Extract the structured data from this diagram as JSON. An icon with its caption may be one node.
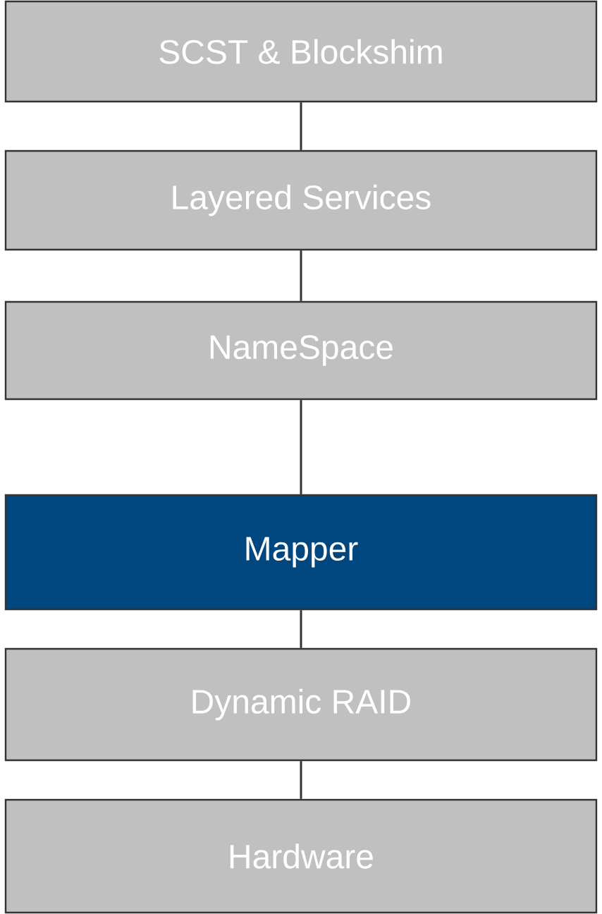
{
  "diagram": {
    "nodes": [
      {
        "text": [
          "SCST & Blockshim"
        ]
      },
      {
        "text": [
          "Layered Services"
        ]
      },
      {
        "text": [
          "NameSpace"
        ]
      },
      {
        "text": [
          "Mapper"
        ]
      },
      {
        "text": [
          "Dynamic RAID"
        ]
      },
      {
        "text": [
          "Hardware"
        ]
      }
    ],
    "edges": [
      {
        "from": 0,
        "to": 1,
        "arrow": "none"
      },
      {
        "from": 1,
        "to": 2,
        "arrow": "none"
      },
      {
        "from": 2,
        "to": 3,
        "arrow": "none"
      },
      {
        "from": 3,
        "to": 4,
        "arrow": "none"
      },
      {
        "from": 4,
        "to": 5,
        "arrow": "none"
      }
    ]
  }
}
